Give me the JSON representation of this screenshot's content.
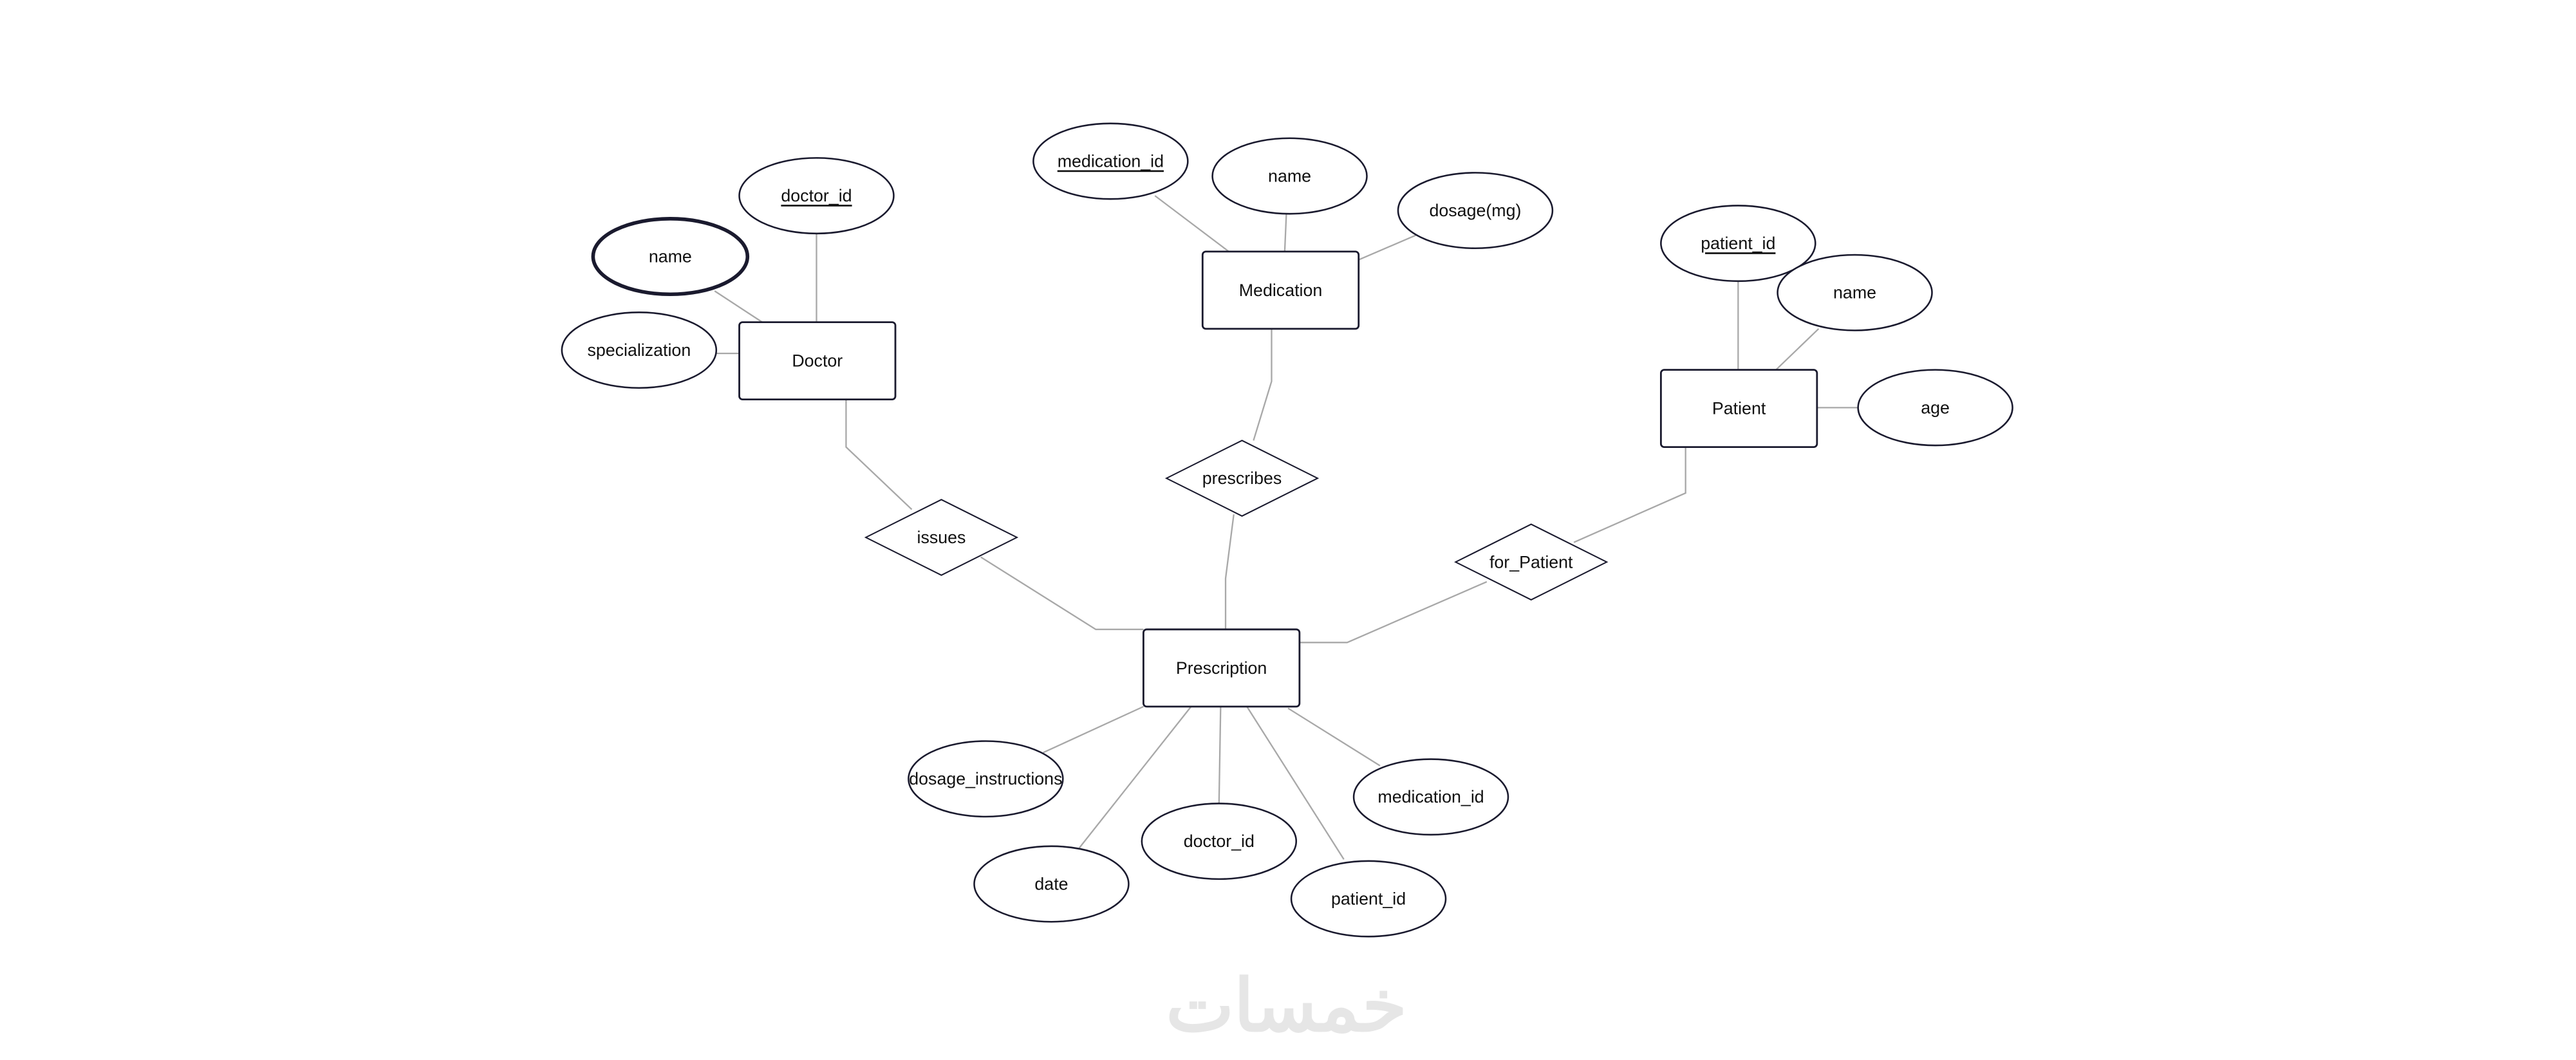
{
  "entities": {
    "doctor": "Doctor",
    "medication": "Medication",
    "patient": "Patient",
    "prescription": "Prescription"
  },
  "relationships": {
    "issues": "issues",
    "prescribes": "prescribes",
    "for_patient": "for_Patient"
  },
  "attributes": {
    "doctor_id": "doctor_id",
    "doctor_name": "name",
    "specialization": "specialization",
    "medication_id": "medication_id",
    "medication_name": "name",
    "dosage_mg": "dosage(mg)",
    "patient_id": "patient_id",
    "patient_name": "name",
    "age": "age",
    "dosage_instructions": "dosage_instructions",
    "date": "date",
    "presc_doctor_id": "doctor_id",
    "presc_patient_id": "patient_id",
    "presc_medication_id": "medication_id"
  },
  "watermark": "خمسات",
  "colors": {
    "stroke": "#1a1a2e",
    "line": "#a8a8a8",
    "watermark": "#e6e6e6"
  }
}
